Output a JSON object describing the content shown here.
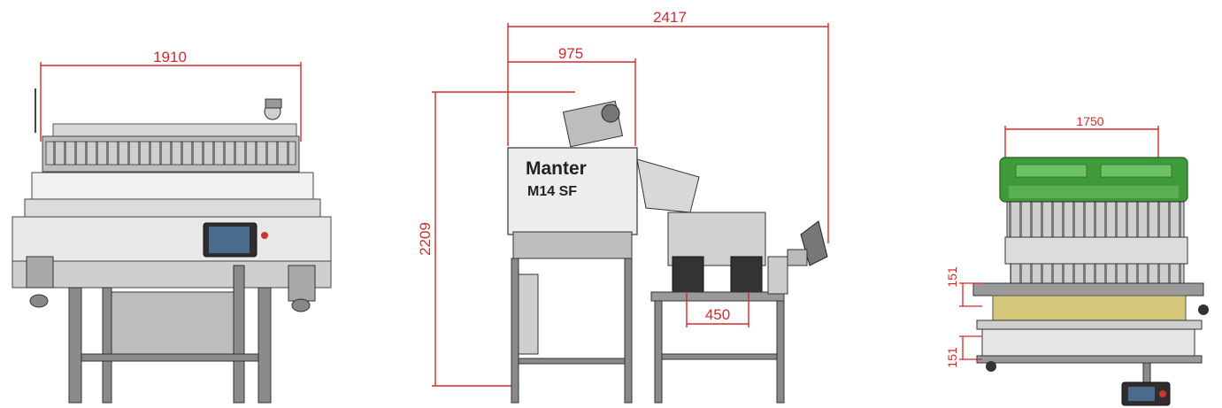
{
  "views": {
    "front": {
      "width_label": "1910"
    },
    "side": {
      "overall_length_label": "2417",
      "head_length_label": "975",
      "height_label": "2209",
      "platform_label": "450",
      "brand": "Manter",
      "model": "M14 SF"
    },
    "rear": {
      "width_label": "1750",
      "upper_offset_label": "151",
      "lower_offset_label": "151"
    }
  },
  "colors": {
    "dimension_red": "#d22a2a",
    "frame_gray": "#8a8a8a",
    "hopper_green": "#3f9a3a",
    "tray_yellow": "#d4c77a"
  }
}
